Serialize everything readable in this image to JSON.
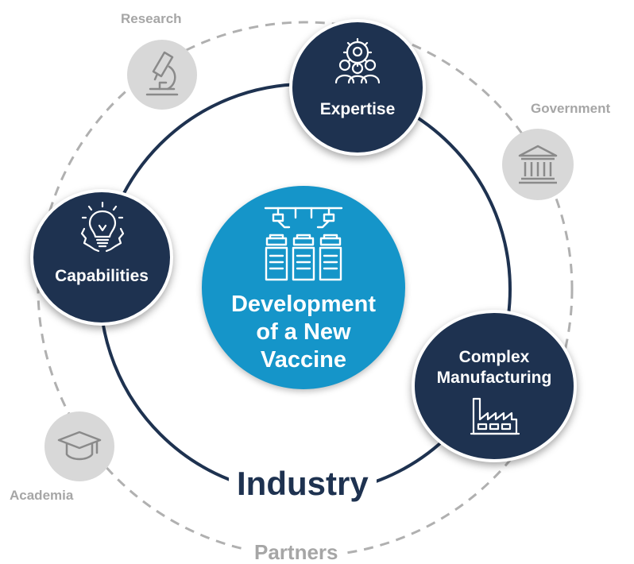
{
  "center": {
    "title_lines": [
      "Development",
      "of a New",
      "Vaccine"
    ],
    "icon": "vaccine-production-icon"
  },
  "inner_ring": {
    "label": "Industry",
    "nodes": [
      {
        "id": "expertise",
        "label": "Expertise",
        "icon": "team-gear-icon"
      },
      {
        "id": "capabilities",
        "label": "Capabilities",
        "icon": "lightbulb-gear-icon"
      },
      {
        "id": "manufacturing",
        "label_lines": [
          "Complex",
          "Manufacturing"
        ],
        "icon": "factory-icon"
      }
    ]
  },
  "outer_ring": {
    "label": "Partners",
    "nodes": [
      {
        "id": "research",
        "label": "Research",
        "icon": "microscope-icon"
      },
      {
        "id": "government",
        "label": "Government",
        "icon": "government-building-icon"
      },
      {
        "id": "academia",
        "label": "Academia",
        "icon": "graduation-cap-icon"
      }
    ]
  },
  "colors": {
    "dark_navy": "#1e3250",
    "center_blue": "#1595c9",
    "partner_grey": "#a6a6a6",
    "partner_circle": "#d8d8d8",
    "ring_navy": "#1e3250"
  }
}
